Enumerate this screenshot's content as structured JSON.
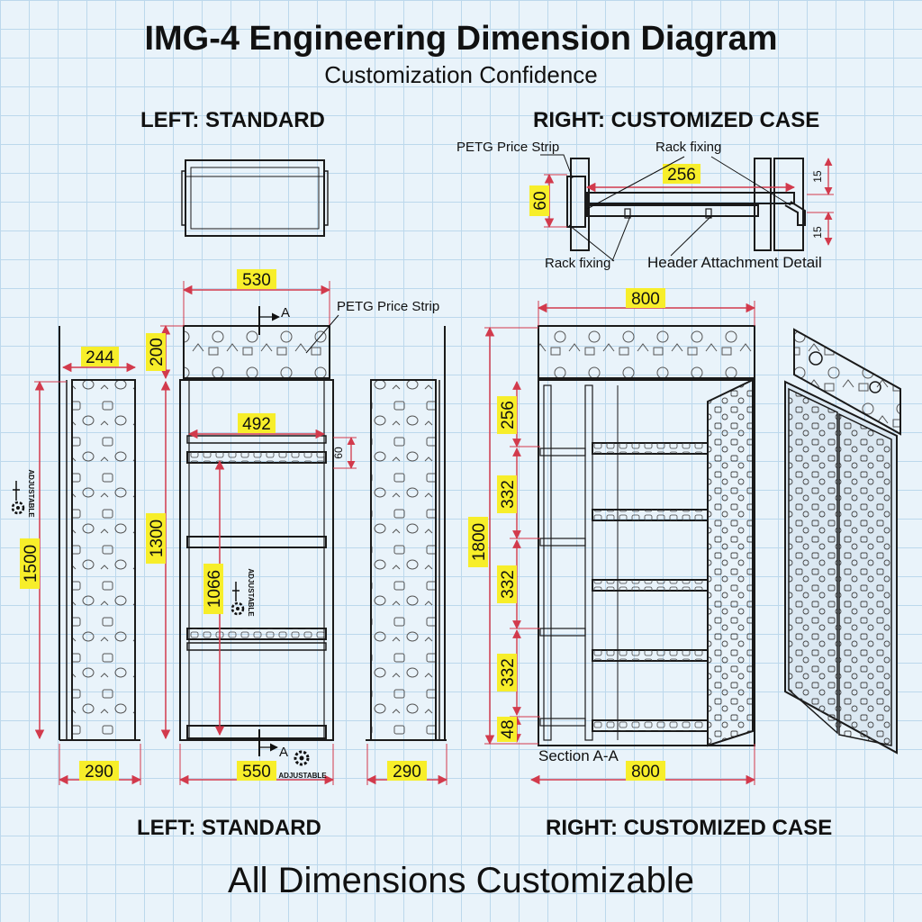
{
  "title": "IMG-4 Engineering Dimension Diagram",
  "subtitle": "Customization Confidence",
  "sections": {
    "left_top": "LEFT: STANDARD",
    "right_top": "RIGHT: CUSTOMIZED CASE",
    "left_bottom": "LEFT: STANDARD",
    "right_bottom": "RIGHT: CUSTOMIZED CASE"
  },
  "footer": "All Dimensions Customizable",
  "labels": {
    "petg_price_strip": "PETG Price Strip",
    "rack_fixing": "Rack fixing",
    "header_attachment_detail": "Header Attachment Detail",
    "section_marker": "A",
    "section_aa": "Section A-A",
    "adjustable": "ADJUSTABLE"
  },
  "dimensions": {
    "detail": {
      "width": "256",
      "height": "60",
      "top_offset": "15",
      "bottom_offset": "15"
    },
    "standard": {
      "overall_width": "530",
      "side_width": "244",
      "header_height": "200",
      "overall_height": "1500",
      "body_height": "1300",
      "inner_width": "492",
      "strip_height": "60",
      "shelf_span": "1066",
      "base_width": "550",
      "left_depth": "290",
      "right_depth": "290"
    },
    "custom": {
      "overall_width": "800",
      "overall_height": "1800",
      "shelf_1": "256",
      "shelf_2": "332",
      "shelf_3": "332",
      "shelf_4": "332",
      "kick": "48",
      "base_width": "800"
    }
  },
  "colors": {
    "dimension_line": "#d23a4c",
    "dimension_label_bg": "#f7ee2a",
    "outline": "#1a1a1a",
    "grid": "#bcd8ec"
  },
  "icons": [
    "adjustable-gear-icon"
  ]
}
